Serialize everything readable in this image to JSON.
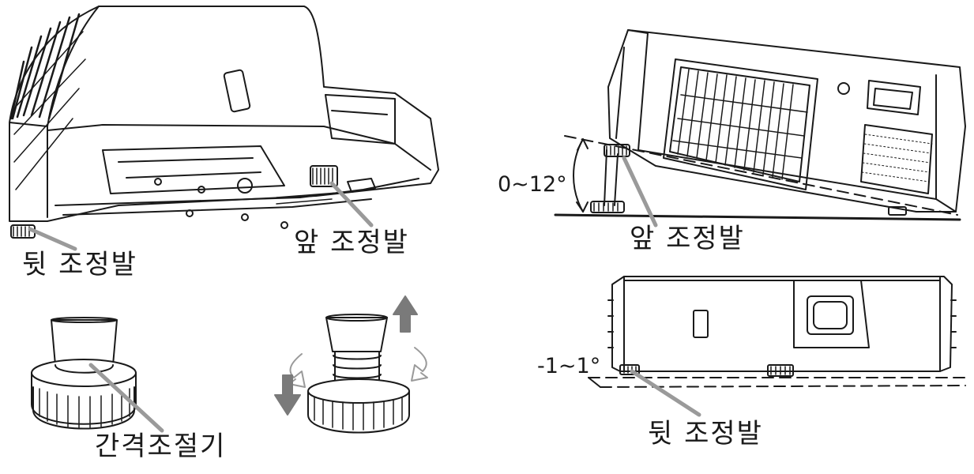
{
  "labels": {
    "rear_foot_left": "뒷 조정발",
    "front_foot_left": "앞 조정발",
    "spacer": "간격조절기",
    "tilt_angle": "0~12°",
    "front_foot_right": "앞 조정발",
    "level_angle": "-1~1°",
    "rear_foot_right": "뒷 조정발"
  },
  "colors": {
    "line": "#1a1a1a",
    "leader": "#9a9a9a",
    "arrow": "#7a7a7a"
  },
  "icons": {
    "rotate_left": "rotate-ccw-icon",
    "rotate_right": "rotate-cw-icon",
    "extend": "arrow-up-icon",
    "retract": "arrow-down-icon"
  }
}
